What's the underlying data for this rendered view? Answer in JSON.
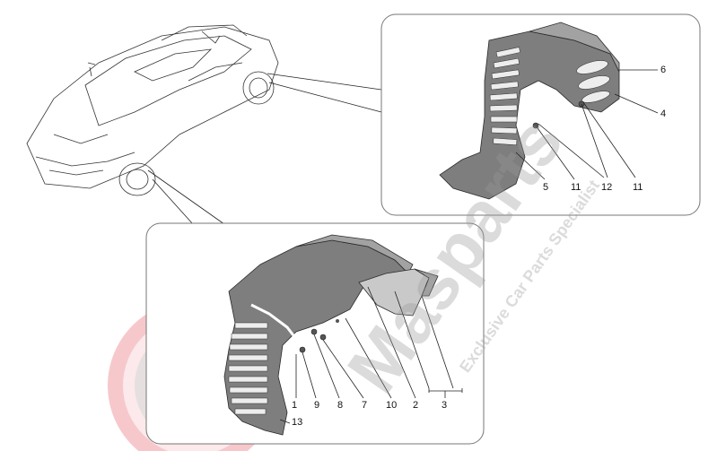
{
  "watermark": {
    "brand": "Masparts",
    "tagline": "Exclusive Car Parts Specialist"
  },
  "callouts": {
    "top": [
      "6",
      "4",
      "5",
      "11",
      "12",
      "11"
    ],
    "bottom": [
      "1",
      "13",
      "9",
      "8",
      "7",
      "10",
      "2",
      "3"
    ]
  },
  "colors": {
    "part_gray": "#8a8a8a",
    "watermark_red": "#e24b57",
    "panel_border": "#777777"
  }
}
